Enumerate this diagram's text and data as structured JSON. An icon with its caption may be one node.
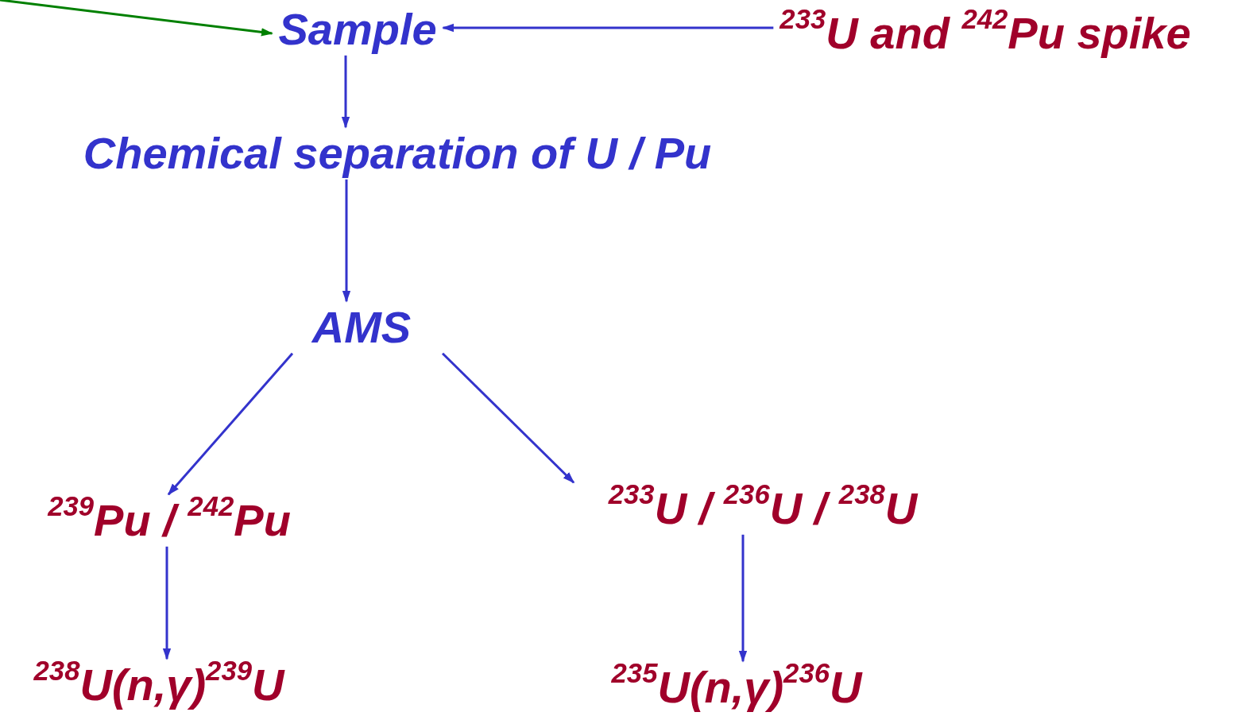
{
  "diagram": {
    "nodes": [
      {
        "text": [
          "Sample"
        ]
      },
      {
        "text": [
          "$^{233}$U and $^{242}$Pu spike"
        ]
      },
      {
        "text": [
          "Chemical separation of U / Pu"
        ]
      },
      {
        "text": [
          "AMS"
        ]
      },
      {
        "text": [
          "$^{239}$Pu / $^{242}$Pu"
        ]
      },
      {
        "text": [
          "$^{233}$U / $^{236}$U / $^{238}$U"
        ]
      },
      {
        "text": [
          "$^{238}$U(n,γ)$^{239}$U"
        ]
      },
      {
        "text": [
          "$^{235}$U(n,γ)$^{236}$U"
        ]
      }
    ],
    "edges": [
      {
        "from": null,
        "to": 0,
        "arrow": "to",
        "color": "#008000"
      },
      {
        "from": 1,
        "to": 0,
        "arrow": "to"
      },
      {
        "from": 0,
        "to": 2,
        "arrow": "to"
      },
      {
        "from": 2,
        "to": 3,
        "arrow": "to"
      },
      {
        "from": 3,
        "to": 4,
        "arrow": "to"
      },
      {
        "from": 3,
        "to": 5,
        "arrow": "to"
      },
      {
        "from": 4,
        "to": 6,
        "arrow": "to"
      },
      {
        "from": 5,
        "to": 7,
        "arrow": "to"
      }
    ]
  }
}
